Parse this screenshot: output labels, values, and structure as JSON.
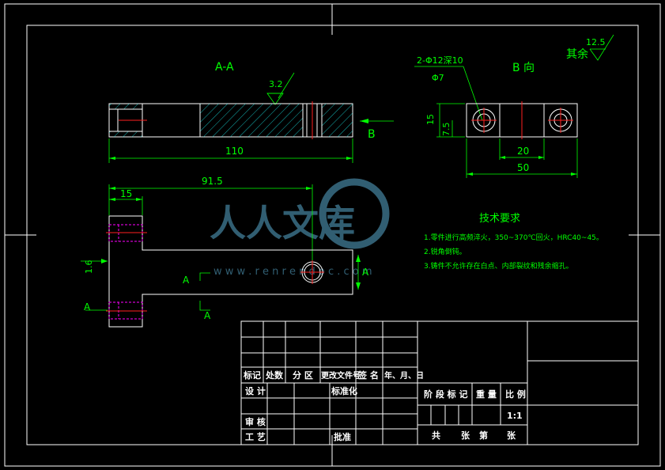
{
  "views": {
    "section_label": "A-A",
    "view_b_label": "B 向",
    "arrow_b": "B",
    "cut_a": "A"
  },
  "roughness": {
    "top": "3.2",
    "other_label": "其余",
    "other_value": "12.5"
  },
  "dimensions": {
    "length_110": "110",
    "length_91_5": "91.5",
    "length_15": "15",
    "thick_1_6": "1.6",
    "height_15": "15",
    "height_7_5": "7.5",
    "width_20": "20",
    "width_50": "50"
  },
  "hole_note": {
    "line1": "2-Φ12深10",
    "line2": "Φ7"
  },
  "tech": {
    "title": "技术要求",
    "items": [
      "1.零件进行高频淬火，350~370℃回火，HRC40~45。",
      "2.锐角倒钝。",
      "3.铸件不允许存在白点、内部裂纹和残余缩孔。"
    ]
  },
  "watermark": {
    "brand": "人人文库",
    "url": "w w w . r e n r e n d o c . c o m"
  },
  "title_block": {
    "biaoji": "标记",
    "chushu": "处数",
    "fenqu": "分 区",
    "gengai": "更改文件号",
    "qianming": "签 名",
    "nianyueri": "年、月、日",
    "sheji": "设 计",
    "biaozhunhua": "标准化",
    "shenhe": "审 核",
    "gongyi": "工 艺",
    "pizhun": "批准",
    "jieduan": "阶 段 标 记",
    "zhongliang": "重 量",
    "bili": "比 例",
    "scale": "1:1",
    "gong": "共",
    "zhang1": "张",
    "di": "第",
    "zhang2": "张"
  }
}
